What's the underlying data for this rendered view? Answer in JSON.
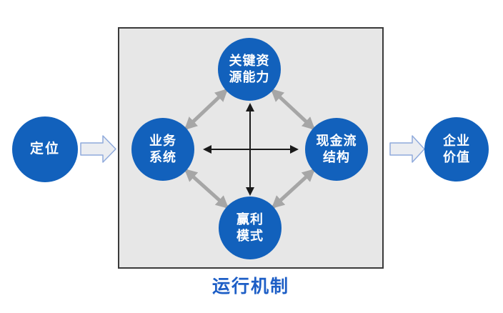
{
  "colors": {
    "node_fill": "#1261BC",
    "node_text": "#FFFFFF",
    "box_fill": "#E7E7E7",
    "box_border": "#3A3A3A",
    "diagonal_arrow": "#A6A6A6",
    "cross_arrow": "#1A1A1A",
    "block_arrow_fill": "#EBEDF1",
    "block_arrow_stroke": "#8FAADC",
    "title_text": "#1D5EC6"
  },
  "flow": {
    "left_node": {
      "label": "定位"
    },
    "right_node": {
      "line1": "企业",
      "line2": "价值"
    }
  },
  "mechanism_box": {
    "title": "运行机制",
    "nodes": {
      "key_resources": {
        "line1": "关键资",
        "line2": "源能力"
      },
      "business_system": {
        "line1": "业务",
        "line2": "系统"
      },
      "cash_flow_structure": {
        "line1": "现金流",
        "line2": "结构"
      },
      "profit_model": {
        "line1": "赢利",
        "line2": "模式"
      }
    }
  }
}
